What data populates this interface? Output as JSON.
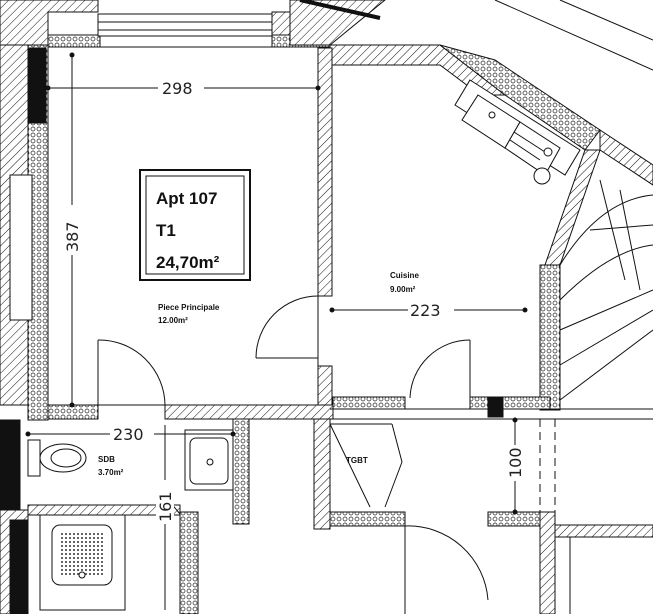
{
  "apartment": {
    "name": "Apt 107",
    "type": "T1",
    "area": "24,70m²"
  },
  "rooms": {
    "main": {
      "name": "Piece Principale",
      "area": "12.00m²"
    },
    "kitchen": {
      "name": "Cuisine",
      "area": "9.00m²"
    },
    "bathroom": {
      "name": "SDB",
      "area": "3.70m²"
    },
    "panel": {
      "name": "TGBT"
    }
  },
  "dimensions": {
    "main_width": "298",
    "main_height": "387",
    "kitchen_width": "223",
    "bath_width": "230",
    "bath_depth": "161",
    "corridor": "100"
  }
}
